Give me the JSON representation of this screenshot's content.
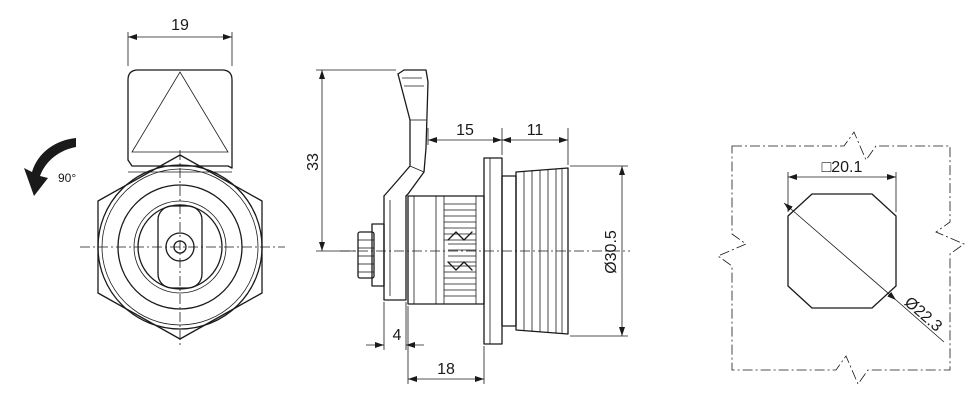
{
  "dimensions": {
    "lever_width": "19",
    "rotation_angle": "90°",
    "height": "33",
    "body_length": "15",
    "flange_length": "11",
    "flange_diameter": "Ø30.5",
    "lever_offset": "4",
    "total_length": "18",
    "cutout_square": "□20.1",
    "cutout_diameter": "Ø22.3"
  }
}
